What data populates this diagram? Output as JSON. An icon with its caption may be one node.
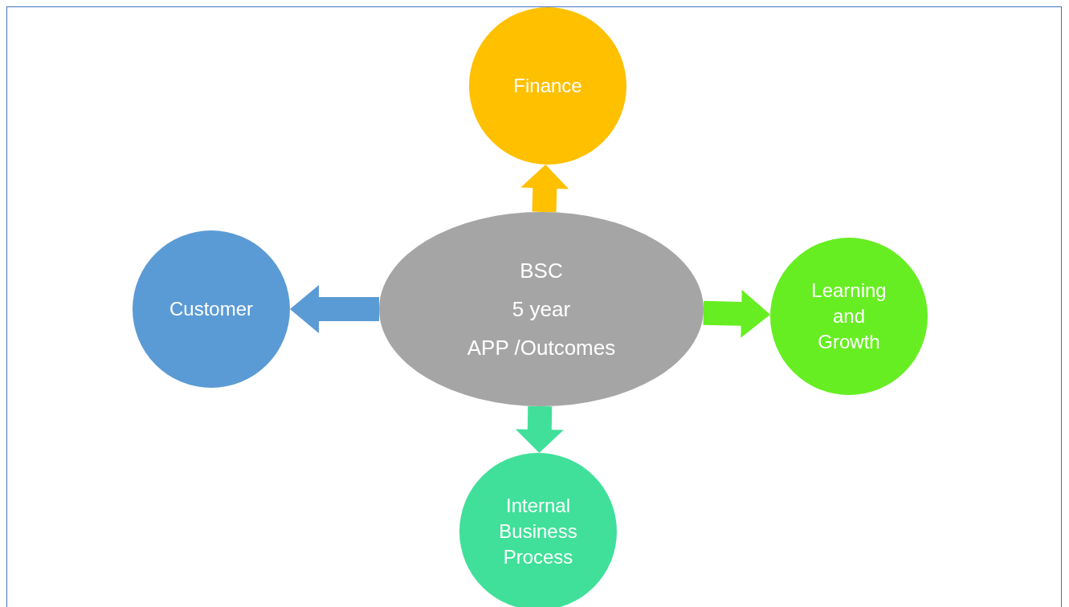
{
  "diagram": {
    "nodes": [
      {
        "text": [
          "BSC",
          "5 year",
          "APP /Outcomes"
        ]
      },
      {
        "text": [
          "Finance"
        ]
      },
      {
        "text": [
          "Customer"
        ]
      },
      {
        "text": [
          "Learning and Growth"
        ]
      },
      {
        "text": [
          "Internal Business Process"
        ]
      }
    ],
    "edges": [
      {
        "from": 0,
        "to": 1,
        "arrow": "to",
        "style": "thick",
        "color": "#ffc000"
      },
      {
        "from": 0,
        "to": 2,
        "arrow": "to",
        "style": "thick",
        "color": "#5b9bd5"
      },
      {
        "from": 0,
        "to": 3,
        "arrow": "to",
        "style": "thick",
        "color": "#66ee22"
      },
      {
        "from": 0,
        "to": 4,
        "arrow": "to",
        "style": "thick",
        "color": "#40e09a"
      }
    ]
  }
}
